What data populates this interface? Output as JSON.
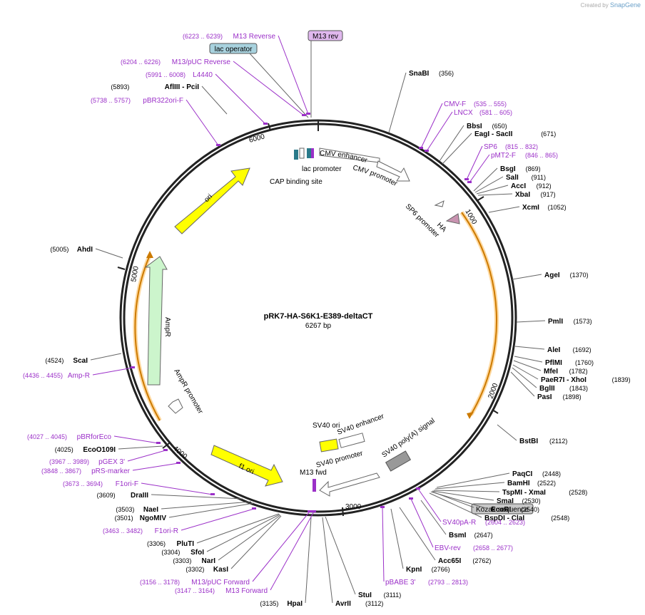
{
  "credit": {
    "prefix": "Created by",
    "brand": "SnapGene"
  },
  "plasmid": {
    "name": "pRK7-HA-S6K1-E389-deltaCT",
    "length": "6267 bp"
  },
  "colors": {
    "enzyme": "#000000",
    "primer": "#9b30c8",
    "feature_yellow": "#ffff00",
    "feature_green": "#ccf5cc",
    "cds_orange": "#ff9900",
    "backbone": "#222222"
  },
  "ticks": [
    "1000",
    "2000",
    "3000",
    "4000",
    "5000",
    "6000"
  ],
  "enzymes_right": [
    {
      "name": "SnaBI",
      "pos": "(356)"
    },
    {
      "name": "BbsI",
      "pos": "(650)"
    },
    {
      "name": "EagI  - SacII",
      "pos": "(671)"
    },
    {
      "name": "BsgI",
      "pos": "(869)"
    },
    {
      "name": "SalI",
      "pos": "(911)"
    },
    {
      "name": "AccI",
      "pos": "(912)"
    },
    {
      "name": "XbaI",
      "pos": "(917)"
    },
    {
      "name": "XcmI",
      "pos": "(1052)"
    },
    {
      "name": "AgeI",
      "pos": "(1370)"
    },
    {
      "name": "PmlI",
      "pos": "(1573)"
    },
    {
      "name": "AleI",
      "pos": "(1692)"
    },
    {
      "name": "PflMI",
      "pos": "(1760)"
    },
    {
      "name": "MfeI",
      "pos": "(1782)"
    },
    {
      "name": "PaeR7I  - XhoI",
      "pos": "(1839)"
    },
    {
      "name": "BglII",
      "pos": "(1843)"
    },
    {
      "name": "PasI",
      "pos": "(1898)"
    },
    {
      "name": "BstBI",
      "pos": "(2112)"
    },
    {
      "name": "PaqCI",
      "pos": "(2448)"
    },
    {
      "name": "BamHI",
      "pos": "(2522)"
    },
    {
      "name": "TspMI  - XmaI",
      "pos": "(2528)"
    },
    {
      "name": "SmaI",
      "pos": "(2530)"
    },
    {
      "name": "EcoRI",
      "pos": "(2540)"
    },
    {
      "name": "BspDI  - ClaI",
      "pos": "(2548)"
    },
    {
      "name": "BsmI",
      "pos": "(2647)"
    },
    {
      "name": "Acc65I",
      "pos": "(2762)"
    },
    {
      "name": "KpnI",
      "pos": "(2766)"
    },
    {
      "name": "StuI",
      "pos": "(3111)"
    },
    {
      "name": "AvrII",
      "pos": "(3112)"
    }
  ],
  "enzymes_left": [
    {
      "name": "HpaI",
      "pos": "(3135)"
    },
    {
      "name": "KasI",
      "pos": "(3302)"
    },
    {
      "name": "NarI",
      "pos": "(3303)"
    },
    {
      "name": "SfoI",
      "pos": "(3304)"
    },
    {
      "name": "PluTI",
      "pos": "(3306)"
    },
    {
      "name": "NgoMIV",
      "pos": "(3501)"
    },
    {
      "name": "NaeI",
      "pos": "(3503)"
    },
    {
      "name": "DraIII",
      "pos": "(3609)"
    },
    {
      "name": "EcoO109I",
      "pos": "(4025)"
    },
    {
      "name": "ScaI",
      "pos": "(4524)"
    },
    {
      "name": "AhdI",
      "pos": "(5005)"
    },
    {
      "name": "AflIII  - PciI",
      "pos": "(5893)"
    }
  ],
  "primers_right": [
    {
      "name": "CMV-F",
      "range": "(535 .. 555)"
    },
    {
      "name": "LNCX",
      "range": "(581 .. 605)"
    },
    {
      "name": "SP6",
      "range": "(815 .. 832)"
    },
    {
      "name": "pMT2-F",
      "range": "(846 .. 865)"
    },
    {
      "name": "SV40pA-R",
      "range": "(2604 .. 2623)"
    },
    {
      "name": "EBV-rev",
      "range": "(2658 .. 2677)"
    },
    {
      "name": "pBABE 3'",
      "range": "(2793 .. 2813)"
    }
  ],
  "primers_left": [
    {
      "name": "M13 Reverse",
      "range": "(6223 .. 6239)"
    },
    {
      "name": "M13/pUC Reverse",
      "range": "(6204 .. 6226)"
    },
    {
      "name": "L4440",
      "range": "(5991 .. 6008)"
    },
    {
      "name": "pBR322ori-F",
      "range": "(5738 .. 5757)"
    },
    {
      "name": "Amp-R",
      "range": "(4436 .. 4455)"
    },
    {
      "name": "pBRforEco",
      "range": "(4027 .. 4045)"
    },
    {
      "name": "pGEX 3'",
      "range": "(3967 .. 3989)"
    },
    {
      "name": "pRS-marker",
      "range": "(3848 .. 3867)"
    },
    {
      "name": "F1ori-F",
      "range": "(3673 .. 3694)"
    },
    {
      "name": "F1ori-R",
      "range": "(3463 .. 3482)"
    },
    {
      "name": "M13/pUC Forward",
      "range": "(3156 .. 3178)"
    },
    {
      "name": "M13 Forward",
      "range": "(3147 .. 3164)"
    }
  ],
  "boxed": {
    "m13rev": "M13 rev",
    "lacop": "lac operator",
    "kozak": "Kozak sequence"
  },
  "features": {
    "cmv_enh": "CMV enhancer",
    "cmv_prom": "CMV promoter",
    "lac_prom": "lac promoter",
    "cap": "CAP binding site",
    "sp6": "SP6 promoter",
    "ha": "HA",
    "ori": "ori",
    "ampr": "AmpR",
    "ampr_prom": "AmpR promoter",
    "f1": "f1 ori",
    "sv40ori": "SV40 ori",
    "sv40enh": "SV40 enhancer",
    "sv40prom": "SV40 promoter",
    "sv40pa": "SV40 poly(A) signal",
    "m13fwd": "M13 fwd"
  }
}
